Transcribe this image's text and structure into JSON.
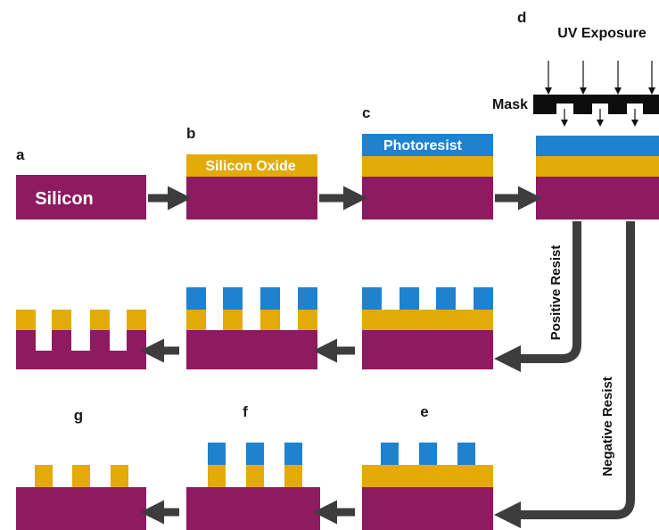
{
  "colors": {
    "silicon": "#8e1a60",
    "oxide": "#e2ab08",
    "photoresist": "#1f82cf",
    "mask": "#0d0d0d",
    "arrow": "#3d3d3d"
  },
  "labels": {
    "step_a": "a",
    "step_b": "b",
    "step_c": "c",
    "step_d": "d",
    "step_e": "e",
    "step_f": "f",
    "step_g": "g",
    "silicon": "Silicon",
    "silicon_oxide": "Silicon Oxide",
    "photoresist": "Photoresist",
    "uv_exposure": "UV Exposure",
    "mask": "Mask",
    "positive_resist": "Positive Resist",
    "negative_resist": "Negative Resist"
  }
}
